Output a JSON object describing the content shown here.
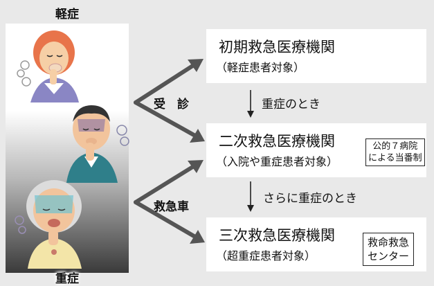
{
  "severity": {
    "top_label": "軽症",
    "bottom_label": "重症"
  },
  "routes": {
    "consult": "受　診",
    "ambulance": "救急車"
  },
  "boxes": [
    {
      "title": "初期救急医療機関",
      "subtitle": "（軽症患者対象）"
    },
    {
      "title": "二次救急医療機関",
      "subtitle": "（入院や重症患者対象）",
      "tag_lines": [
        "公的７病院",
        "による当番制"
      ]
    },
    {
      "title": "三次救急医療機関",
      "subtitle": "（超重症患者対象）",
      "tag_lines": [
        "救命救急",
        "センター"
      ]
    }
  ],
  "transitions": {
    "first_to_second": "重症のとき",
    "second_to_third": "さらに重症のとき"
  },
  "colors": {
    "arrow": "#555555",
    "background": "#e9e9e9"
  }
}
